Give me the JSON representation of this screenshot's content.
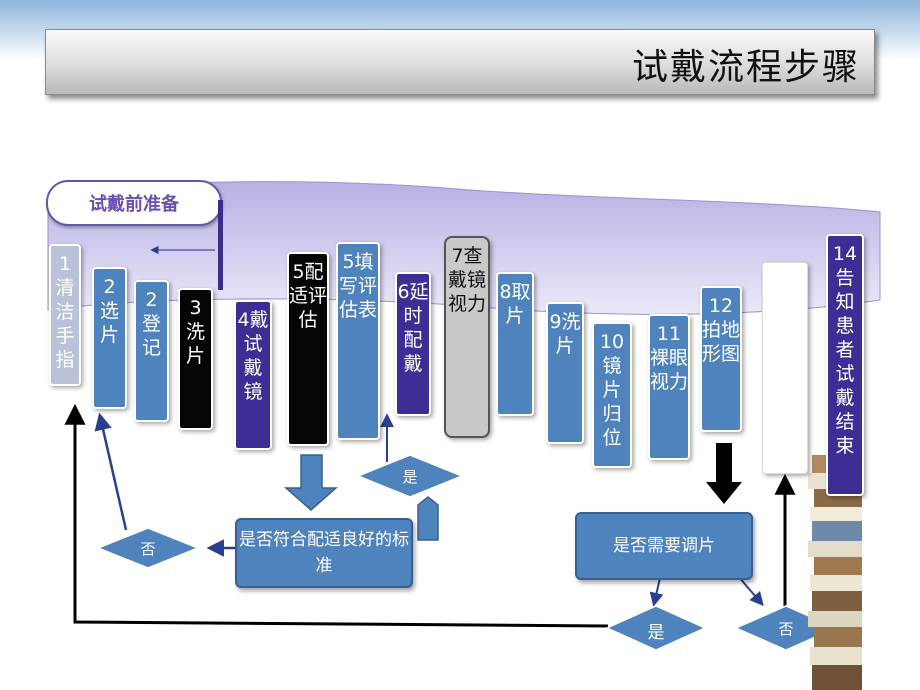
{
  "title": "试戴流程步骤",
  "prep_label": "试戴前准备",
  "steps": [
    {
      "label": "1清洁手指"
    },
    {
      "label": "2选片"
    },
    {
      "label": "2登记"
    },
    {
      "label": "3洗片"
    },
    {
      "label": "4戴试戴镜"
    },
    {
      "label": "5配适评估"
    },
    {
      "label": "5填写评估表"
    },
    {
      "label": "6延时配戴"
    },
    {
      "label": "7查戴镜视力"
    },
    {
      "label": "8取片"
    },
    {
      "label": "9洗片"
    },
    {
      "label": "10镜片归位"
    },
    {
      "label": "11裸眼视力"
    },
    {
      "label": "12拍地形图"
    },
    {
      "label": ""
    },
    {
      "label": "14告知患者试戴结束"
    }
  ],
  "decision_fit": "是否符合配适良好的标准",
  "decision_adjust": "是否需要调片",
  "diamond_no_left": "否",
  "diamond_yes_mid": "是",
  "diamond_yes_bottom": "是",
  "diamond_no_right": "否",
  "colors": {
    "blue": "#4f83bd",
    "purple": "#3b2f95",
    "black": "#050505",
    "grey": "#c9c9c9",
    "light": "#b9c2d6",
    "wave": "#c9c5ea"
  }
}
